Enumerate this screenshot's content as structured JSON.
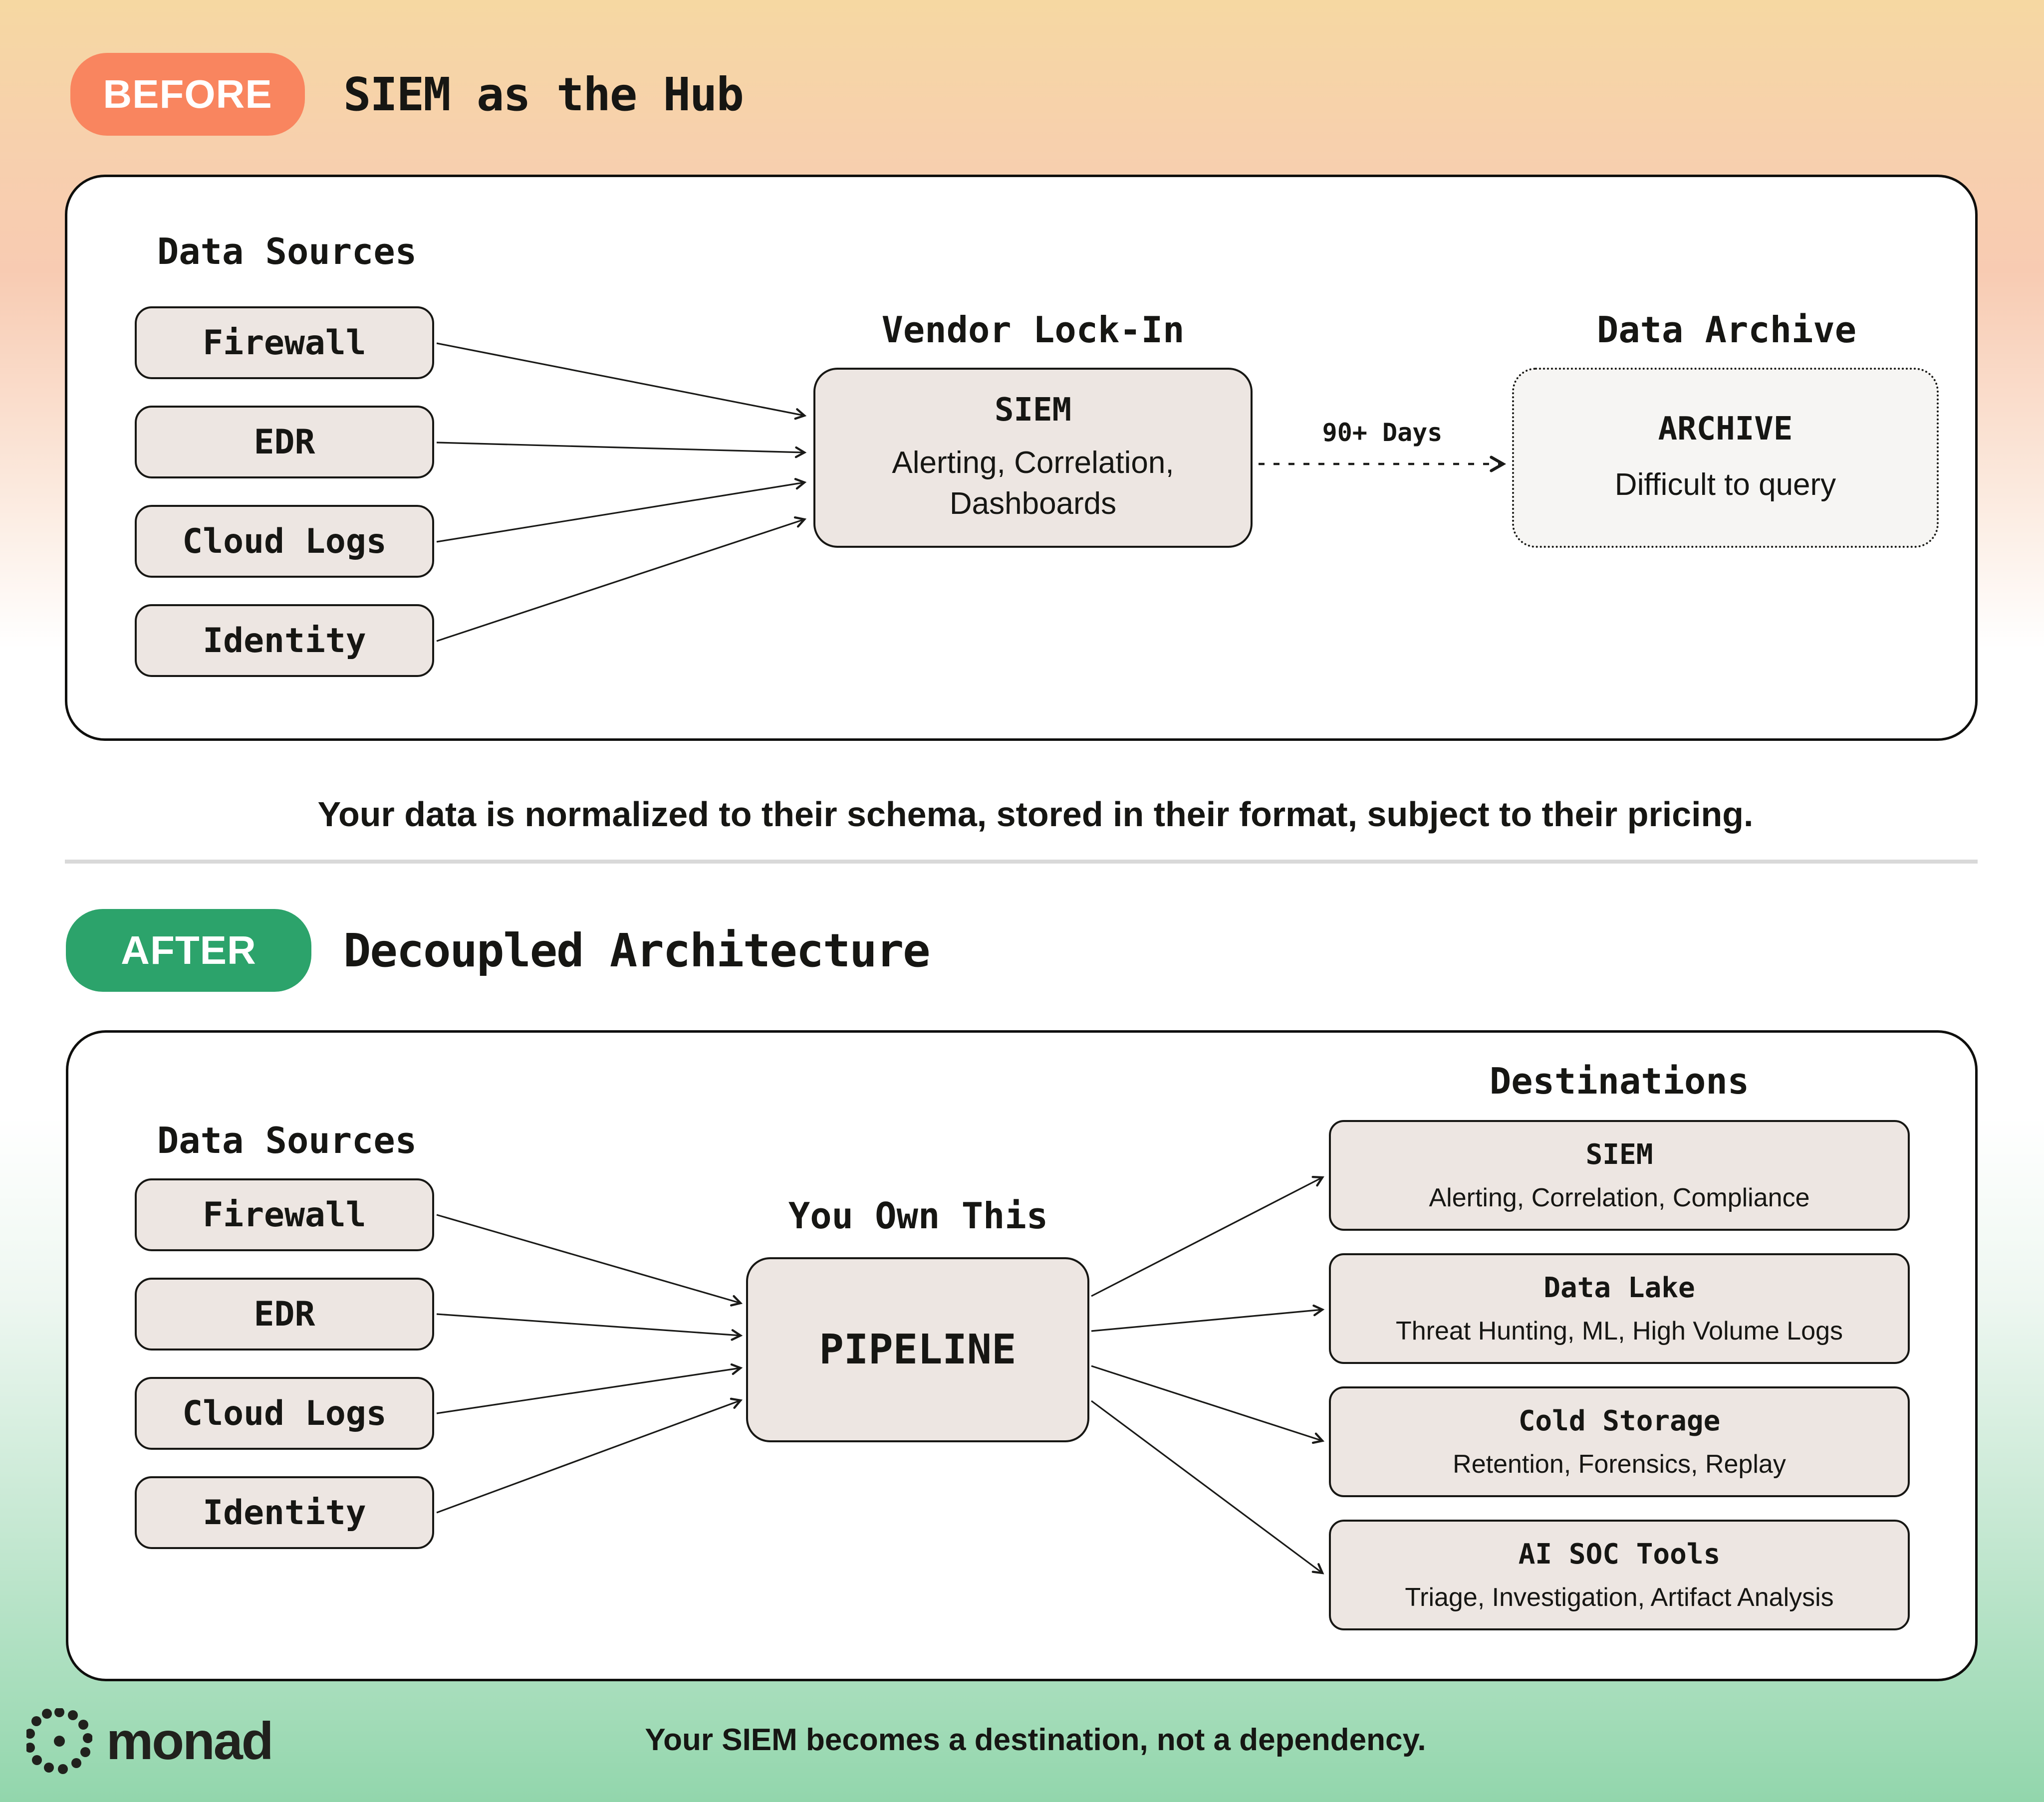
{
  "colors": {
    "badge_before": "#f9855f",
    "badge_after": "#2ca36b",
    "node_fill": "#ede6e2",
    "archive_fill": "#f6f5f3",
    "ink": "#161613",
    "divider": "#d9d9d9",
    "background_top": "#f6d8a2",
    "background_mid": "#ffffff",
    "background_bottom": "#92d6ac"
  },
  "before": {
    "badge": "BEFORE",
    "title": "SIEM as the Hub",
    "sources_heading": "Data Sources",
    "sources": [
      "Firewall",
      "EDR",
      "Cloud Logs",
      "Identity"
    ],
    "hub_heading": "Vendor Lock-In",
    "hub_title": "SIEM",
    "hub_subtitle": "Alerting, Correlation, Dashboards",
    "flow_label": "90+ Days",
    "archive_heading": "Data Archive",
    "archive_title": "ARCHIVE",
    "archive_subtitle": "Difficult to query",
    "caption": "Your data is normalized to their schema, stored in their format, subject to their pricing."
  },
  "after": {
    "badge": "AFTER",
    "title": "Decoupled Architecture",
    "sources_heading": "Data Sources",
    "sources": [
      "Firewall",
      "EDR",
      "Cloud Logs",
      "Identity"
    ],
    "pipeline_heading": "You Own This",
    "pipeline_title": "PIPELINE",
    "destinations_heading": "Destinations",
    "destinations": [
      {
        "title": "SIEM",
        "subtitle": "Alerting, Correlation, Compliance"
      },
      {
        "title": "Data Lake",
        "subtitle": "Threat Hunting, ML, High Volume Logs"
      },
      {
        "title": "Cold Storage",
        "subtitle": "Retention, Forensics, Replay"
      },
      {
        "title": "AI SOC Tools",
        "subtitle": "Triage, Investigation, Artifact Analysis"
      }
    ]
  },
  "footer": {
    "brand": "monad",
    "caption": "Your SIEM becomes a destination, not a dependency."
  }
}
